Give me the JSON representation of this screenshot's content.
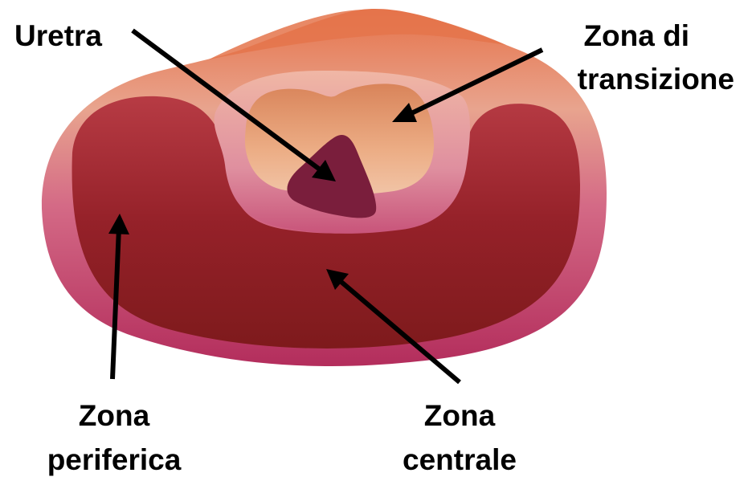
{
  "labels": {
    "uretra": "Uretra",
    "zona_transizione_line1": "Zona di",
    "zona_transizione_line2": "transizione",
    "zona_periferica_line1": "Zona",
    "zona_periferica_line2": "periferica",
    "zona_centrale_line1": "Zona",
    "zona_centrale_line2": "centrale"
  },
  "colors": {
    "capsule_outer": "#b8345e",
    "capsule_top": "#e07a55",
    "peripheral_zone": "#9e2530",
    "central_band": "#d98a98",
    "transition_zone": "#e8a77c",
    "urethra": "#7a1e3c",
    "arrows": "#000000"
  }
}
